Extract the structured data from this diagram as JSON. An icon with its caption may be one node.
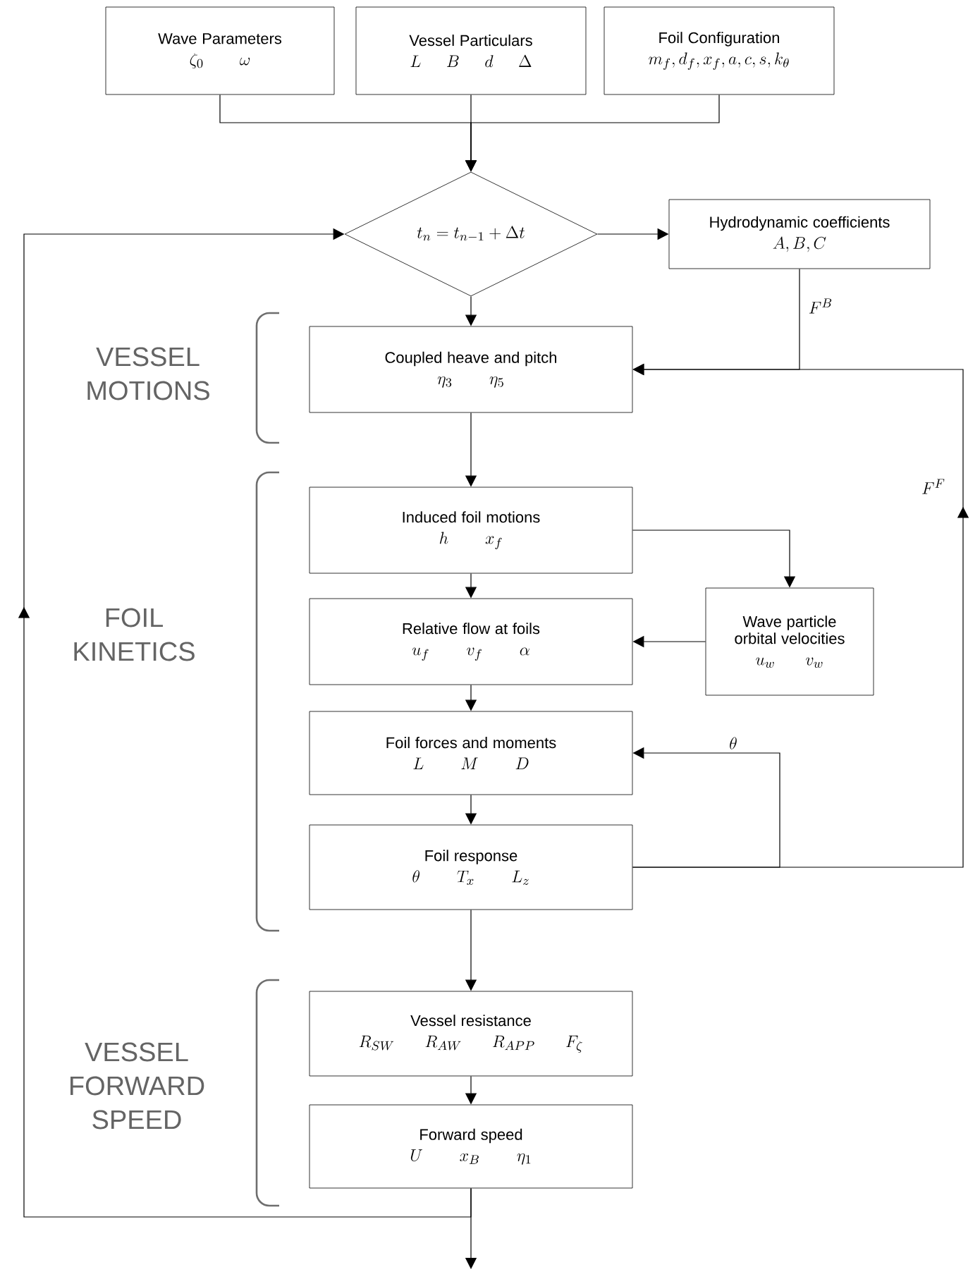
{
  "diagram": {
    "nodes": [
      {
        "text": [
          "Wave Parameters",
          "\\zeta_0\\quad\\;\\omega"
        ]
      },
      {
        "text": [
          "Vessel Particulars",
          "L\\;\\;B\\;\\;d\\;\\;\\Delta"
        ]
      },
      {
        "text": [
          "Foil Configuration",
          "m_f,d_f,x_f,a,c,s,k_\\theta"
        ]
      },
      {
        "text": [
          "t_n = t_{n-1} + \\Delta t"
        ]
      },
      {
        "text": [
          "Hydrodynamic coefficients",
          "A,B,C"
        ]
      },
      {
        "text": [
          "Coupled heave and pitch",
          "\\eta_3\\qquad\\eta_5"
        ]
      },
      {
        "text": [
          "Induced foil motions",
          "h\\qquad x_f"
        ]
      },
      {
        "text": [
          "Wave particle orbital velocities",
          "u_w\\quad\\; v_w"
        ]
      },
      {
        "text": [
          "Relative flow at foils",
          "u_f\\qquad v_f\\qquad \\alpha"
        ]
      },
      {
        "text": [
          "Foil forces and moments",
          "L\\qquad M\\qquad D"
        ]
      },
      {
        "text": [
          "Foil response",
          "\\theta\\qquad T_x\\qquad L_z"
        ]
      },
      {
        "text": [
          "Vessel resistance",
          "R_{SW}\\quad\\; R_{AW}\\quad\\; R_{APP}\\quad\\; F_\\zeta"
        ]
      },
      {
        "text": [
          "Forward speed",
          "U\\qquad x_B\\qquad \\eta_1"
        ]
      }
    ],
    "edges": [
      {
        "from": 0,
        "to": 3,
        "arrow": "to"
      },
      {
        "from": 1,
        "to": 3,
        "arrow": "to"
      },
      {
        "from": 2,
        "to": 3,
        "arrow": "to"
      },
      {
        "from": 3,
        "to": 4,
        "arrow": "to"
      },
      {
        "from": 3,
        "to": 5,
        "arrow": "to"
      },
      {
        "from": 4,
        "to": 5,
        "arrow": "to",
        "label": "F^B"
      },
      {
        "from": 5,
        "to": 6,
        "arrow": "to"
      },
      {
        "from": 6,
        "to": 8,
        "arrow": "to"
      },
      {
        "from": 6,
        "to": 7,
        "arrow": "to"
      },
      {
        "from": 7,
        "to": 8,
        "arrow": "to"
      },
      {
        "from": 8,
        "to": 9,
        "arrow": "to"
      },
      {
        "from": 9,
        "to": 10,
        "arrow": "to"
      },
      {
        "from": 10,
        "to": 9,
        "arrow": "to",
        "label": "\\theta"
      },
      {
        "from": 10,
        "to": 5,
        "arrow": "to",
        "label": "F^F"
      },
      {
        "from": 10,
        "to": 11,
        "arrow": "to"
      },
      {
        "from": 11,
        "to": 12,
        "arrow": "to"
      },
      {
        "from": 12,
        "to": 3,
        "arrow": "to"
      },
      {
        "from": 12,
        "to": null,
        "arrow": "to"
      }
    ],
    "labels": [
      "VESSEL MOTIONS",
      "FOIL KINETICS",
      "VESSEL FORWARD SPEED"
    ]
  }
}
